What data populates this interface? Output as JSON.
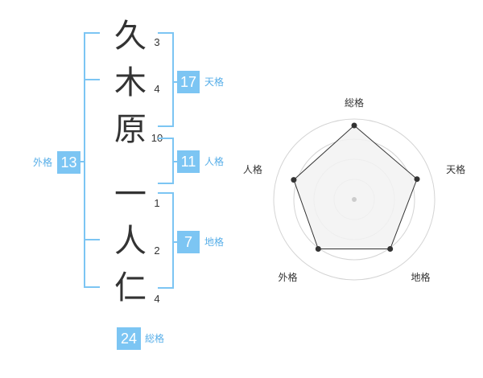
{
  "name": {
    "chars": [
      "久",
      "木",
      "原",
      "一",
      "人",
      "仁"
    ],
    "strokes": [
      "3",
      "4",
      "10",
      "1",
      "2",
      "4"
    ]
  },
  "kakusu": {
    "tenkaku": {
      "value": "17",
      "label": "天格"
    },
    "jinkaku": {
      "value": "11",
      "label": "人格"
    },
    "chikaku": {
      "value": "7",
      "label": "地格"
    },
    "gaikaku": {
      "value": "13",
      "label": "外格"
    },
    "soukaku": {
      "value": "24",
      "label": "総格"
    }
  },
  "colors": {
    "accent": "#7cc5f3",
    "label_text": "#57aee8",
    "radar_fill": "#f2f2f2",
    "ring": "#d4d4d4"
  },
  "chart_data": {
    "type": "radar",
    "axes": [
      "総格",
      "天格",
      "地格",
      "外格",
      "人格"
    ],
    "values": [
      0.92,
      0.82,
      0.76,
      0.76,
      0.79
    ],
    "range": [
      0,
      1
    ],
    "rings": 4
  }
}
